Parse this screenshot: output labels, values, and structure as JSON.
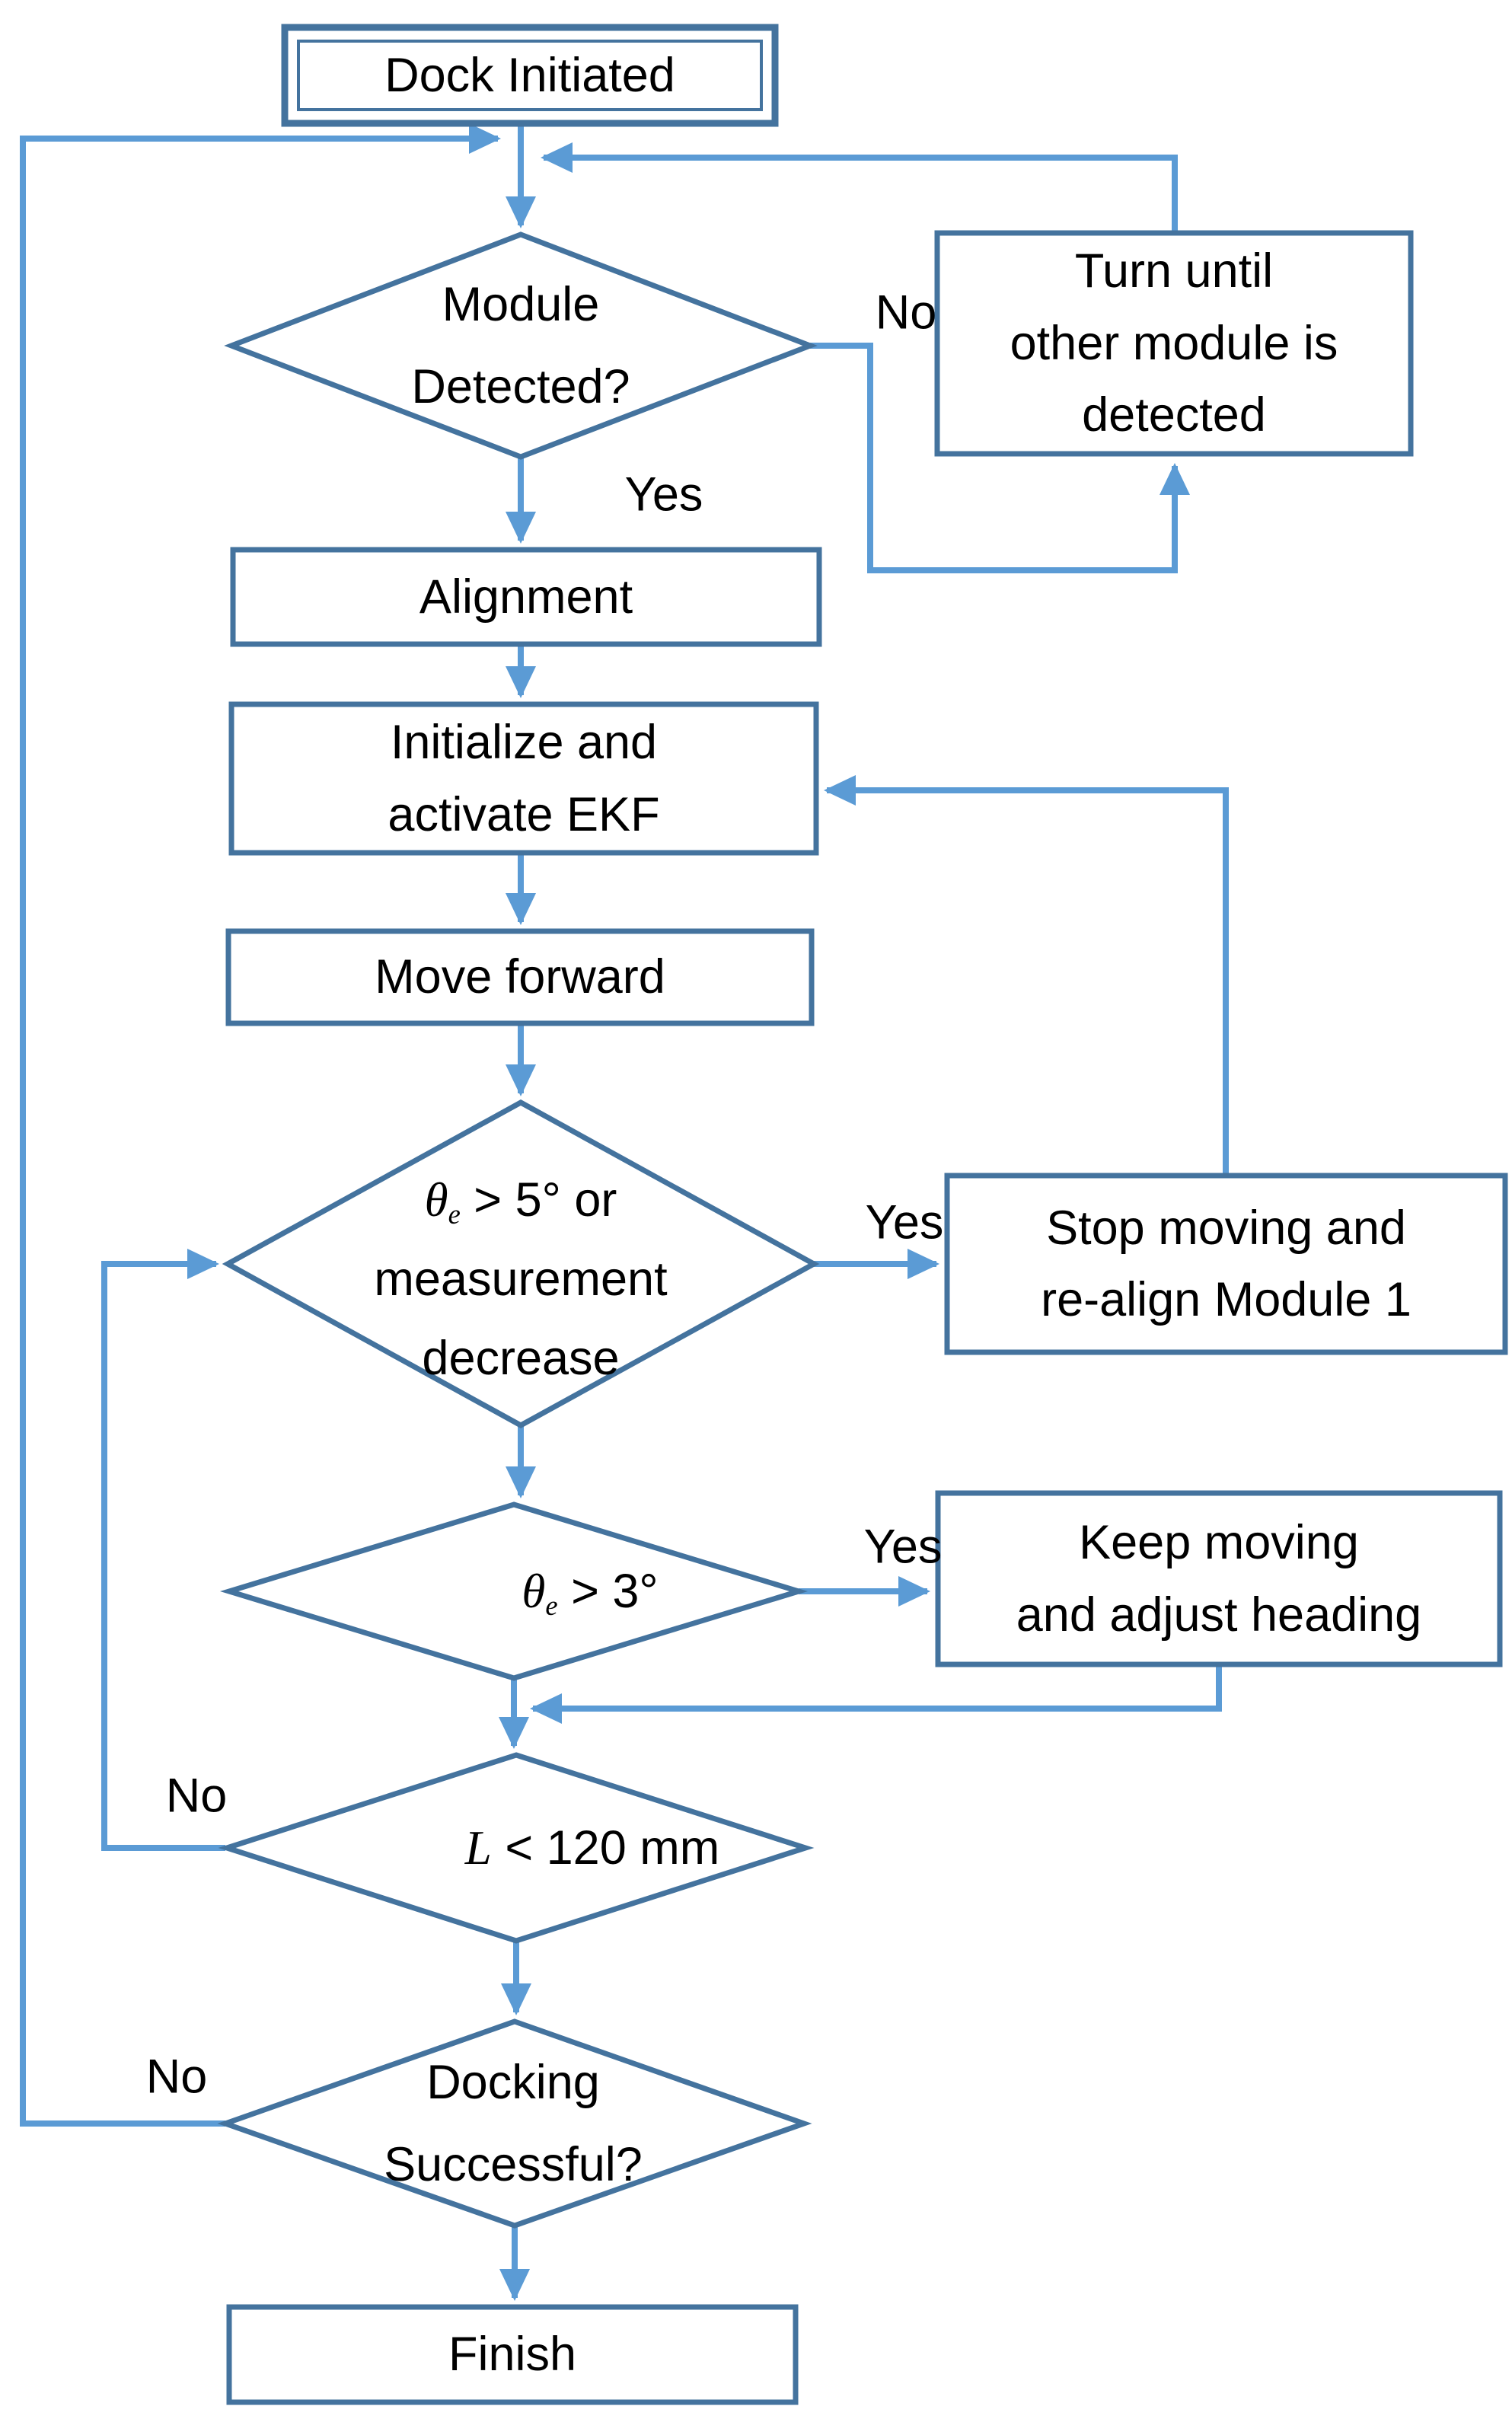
{
  "palette": {
    "shape_border": "#44739e",
    "connector": "#5b9bd5",
    "arrowhead": "#5b9bd5",
    "text": "#000000",
    "background": "#ffffff"
  },
  "nodes": {
    "dock_initiated": {
      "shape": "rectangle-double-border",
      "label": "Dock Initiated"
    },
    "module_detected": {
      "shape": "diamond",
      "label": "Module\nDetected?"
    },
    "turn_until": {
      "shape": "rectangle",
      "label": "Turn until\nother module is\ndetected"
    },
    "alignment": {
      "shape": "rectangle",
      "label": "Alignment"
    },
    "initialize_ekf": {
      "shape": "rectangle",
      "label": "Initialize and\nactivate EKF"
    },
    "move_forward": {
      "shape": "rectangle",
      "label": "Move forward"
    },
    "theta5_check": {
      "shape": "diamond",
      "line1": {
        "sym": "θ",
        "sub": "e",
        "rest": " > 5° or"
      },
      "line2": "measurement",
      "line3": "decrease"
    },
    "stop_realign": {
      "shape": "rectangle",
      "label": "Stop moving and\nre-align Module 1"
    },
    "theta3_check": {
      "shape": "diamond",
      "sym": "θ",
      "sub": "e",
      "rest": " > 3°"
    },
    "keep_moving": {
      "shape": "rectangle",
      "label": "Keep moving\nand adjust heading"
    },
    "l120_check": {
      "shape": "diamond",
      "sym": "L",
      "rest": " < 120 mm"
    },
    "docking_successful": {
      "shape": "diamond",
      "label": "Docking\nSuccessful?"
    },
    "finish": {
      "shape": "rectangle",
      "label": "Finish"
    }
  },
  "edge_labels": {
    "module_yes": "Yes",
    "module_no": "No",
    "theta5_yes": "Yes",
    "theta3_yes": "Yes",
    "l120_no": "No",
    "docking_no": "No"
  }
}
